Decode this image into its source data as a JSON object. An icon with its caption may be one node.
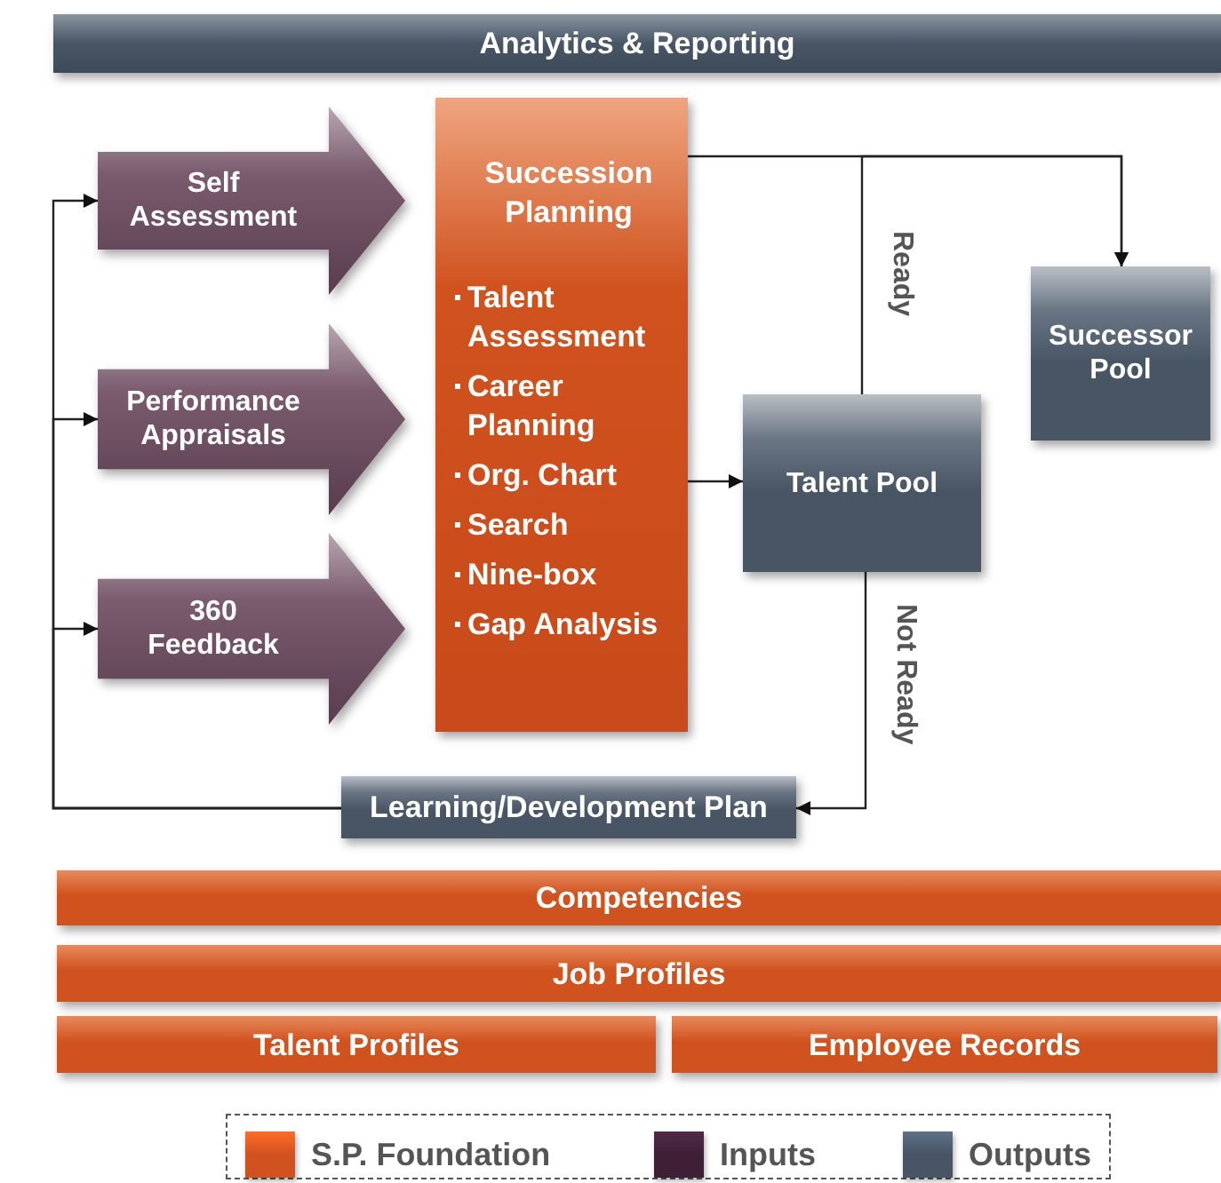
{
  "diagram": {
    "nodes": [
      {
        "text": [
          "Analytics & Reporting"
        ]
      },
      {
        "text": [
          "Self Assessment"
        ]
      },
      {
        "text": [
          "Performance Appraisals"
        ]
      },
      {
        "text": [
          "360 Feedback"
        ]
      },
      {
        "text": [
          "Succession Planning",
          "Talent Assessment",
          "Career Planning",
          "Org. Chart",
          "Search",
          "Nine-box",
          "Gap Analysis"
        ]
      },
      {
        "text": [
          "Talent Pool"
        ]
      },
      {
        "text": [
          "Successor Pool"
        ]
      },
      {
        "text": [
          "Learning/Development Plan"
        ]
      },
      {
        "text": [
          "Competencies"
        ]
      },
      {
        "text": [
          "Job Profiles"
        ]
      },
      {
        "text": [
          "Talent Profiles"
        ]
      },
      {
        "text": [
          "Employee Records"
        ]
      }
    ],
    "edges": [
      {
        "from": 4,
        "to": 5,
        "arrow": "to"
      },
      {
        "from": 4,
        "to": 6,
        "arrow": "to"
      },
      {
        "from": 5,
        "to": 6,
        "arrow": "to",
        "label": "Ready"
      },
      {
        "from": 5,
        "to": 7,
        "arrow": "to",
        "label": "Not Ready"
      },
      {
        "from": 7,
        "to": 1,
        "arrow": "to"
      },
      {
        "from": 7,
        "to": 2,
        "arrow": "to"
      },
      {
        "from": 7,
        "to": 3,
        "arrow": "to"
      }
    ],
    "legend": [
      {
        "text": "S.P. Foundation",
        "color": "#d0521e"
      },
      {
        "text": "Inputs",
        "color": "#3e1f35"
      },
      {
        "text": "Outputs",
        "color": "#475565"
      }
    ]
  }
}
